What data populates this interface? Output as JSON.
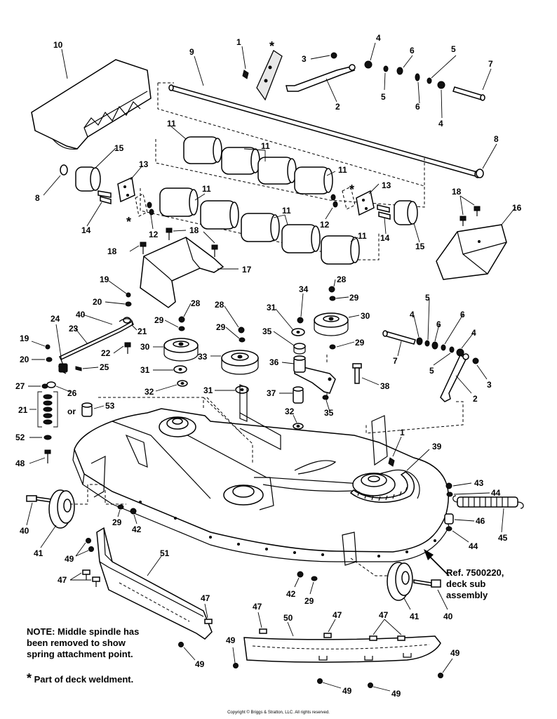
{
  "callouts": [
    "1",
    "2",
    "3",
    "4",
    "5",
    "6",
    "7",
    "8",
    "9",
    "10",
    "11",
    "12",
    "13",
    "14",
    "15",
    "16",
    "17",
    "18",
    "19",
    "20",
    "21",
    "22",
    "23",
    "24",
    "25",
    "26",
    "27",
    "28",
    "29",
    "30",
    "31",
    "32",
    "33",
    "34",
    "35",
    "36",
    "37",
    "38",
    "39",
    "40",
    "41",
    "42",
    "43",
    "44",
    "45",
    "46",
    "47",
    "48",
    "49",
    "50",
    "51",
    "52",
    "53"
  ],
  "or_label": "or",
  "asterisk": "*",
  "note": {
    "line1": "NOTE: Middle spindle has",
    "line2": "been removed to show",
    "line3": "spring attachment point.",
    "weldment_star": "*",
    "weldment_text": "Part of deck weldment."
  },
  "reference": {
    "line1": "Ref. 7500220,",
    "line2": "deck sub",
    "line3": "assembly"
  },
  "copyright": "Copyright © Briggs & Stratton, LLC. All rights reserved."
}
